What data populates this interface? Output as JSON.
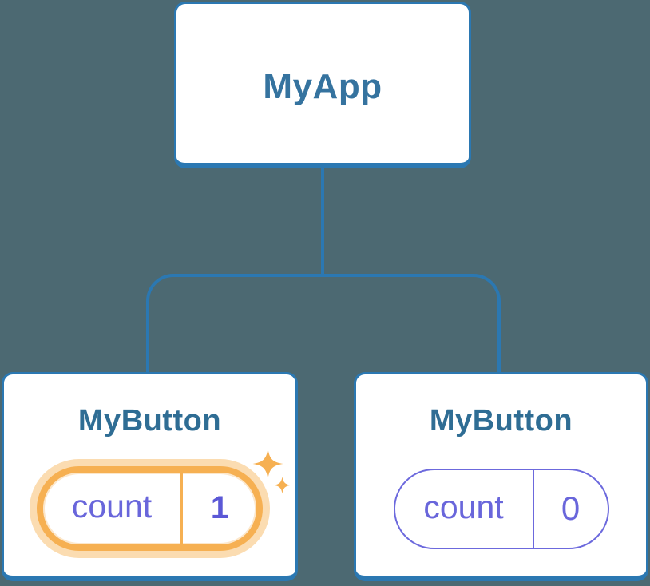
{
  "diagram": {
    "type": "react-component-tree",
    "root": {
      "label": "MyApp"
    },
    "children": [
      {
        "label": "MyButton",
        "highlighted": true,
        "state": {
          "name": "count",
          "value": "1"
        }
      },
      {
        "label": "MyButton",
        "highlighted": false,
        "state": {
          "name": "count",
          "value": "0"
        }
      }
    ]
  },
  "icons": {
    "sparkle": "four-point-star-sparkle"
  },
  "colors": {
    "background": "#4C6972",
    "node_fill": "#ffffff",
    "node_border": "#2B78B2",
    "connector": "#2B78B2",
    "root_label": "#35739F",
    "child_label": "#2F6D94",
    "state_purple": "#6966DB",
    "state_value_bold": "#5B58D6",
    "highlight_orange": "#F6B052",
    "highlight_halo": "rgba(246,177,82,0.45)"
  }
}
